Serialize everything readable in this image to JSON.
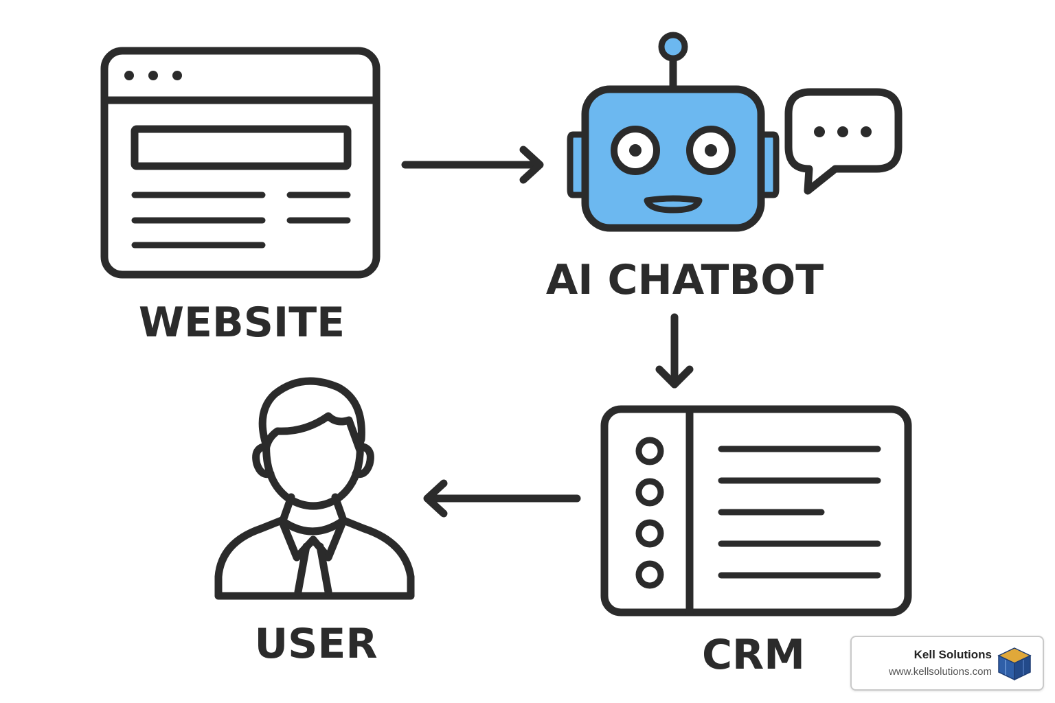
{
  "nodes": {
    "website": {
      "label": "WEBSITE"
    },
    "chatbot": {
      "label": "AI CHATBOT"
    },
    "crm": {
      "label": "CRM"
    },
    "user": {
      "label": "USER"
    }
  },
  "edges": [
    {
      "from": "website",
      "to": "chatbot"
    },
    {
      "from": "chatbot",
      "to": "crm"
    },
    {
      "from": "crm",
      "to": "user"
    }
  ],
  "colors": {
    "stroke": "#2b2b2b",
    "robot_face": "#6cb8f0",
    "logo_blue": "#2f5fa8",
    "logo_gold": "#e0a83a"
  },
  "branding": {
    "name": "Kell Solutions",
    "url": "www.kellsolutions.com",
    "logo_icon": "cube-logo-icon"
  }
}
